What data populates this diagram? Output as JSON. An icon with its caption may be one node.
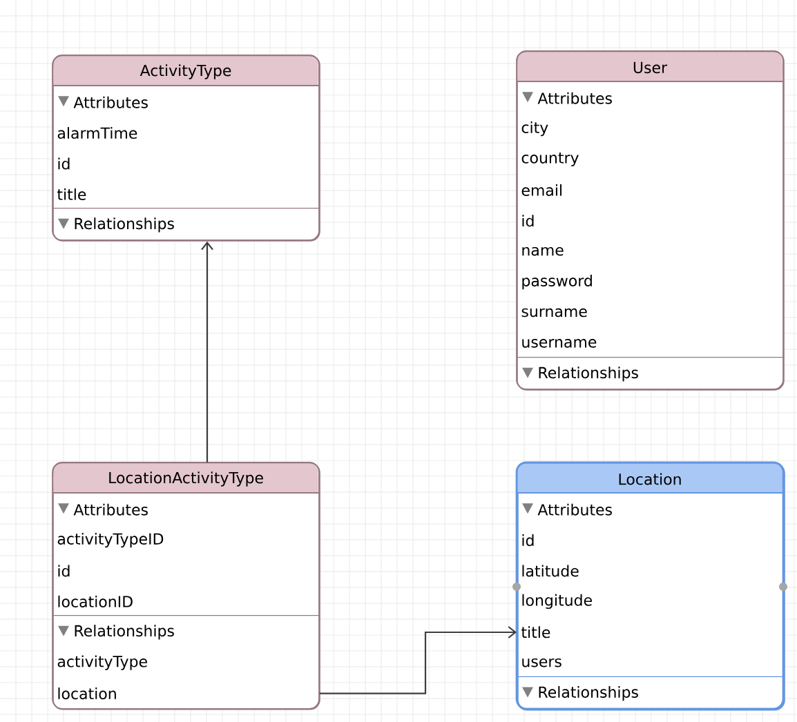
{
  "diagram": {
    "nodes": [
      {
        "text": [
          "ActivityType"
        ]
      },
      {
        "text": [
          "Attributes",
          "alarmTime",
          "id",
          "title"
        ],
        "in": 0
      },
      {
        "text": [
          "Relationships"
        ],
        "in": 0
      },
      {
        "text": [
          "User"
        ]
      },
      {
        "text": [
          "Attributes",
          "city",
          "country",
          "email",
          "id",
          "name",
          "password",
          "surname",
          "username"
        ],
        "in": 3
      },
      {
        "text": [
          "Relationships"
        ],
        "in": 3
      },
      {
        "text": [
          "LocationActivityType"
        ]
      },
      {
        "text": [
          "Attributes",
          "activityTypeID",
          "id",
          "locationID"
        ],
        "in": 6
      },
      {
        "text": [
          "Relationships",
          "activityType",
          "location"
        ],
        "in": 6
      },
      {
        "text": [
          "Location"
        ]
      },
      {
        "text": [
          "Attributes",
          "id",
          "latitude",
          "longitude",
          "title",
          "users"
        ],
        "in": 9
      },
      {
        "text": [
          "Relationships"
        ],
        "in": 9
      }
    ],
    "edges": [
      {
        "from": 6,
        "to": 0,
        "arrow": "to"
      },
      {
        "from": 8,
        "to": 10,
        "arrow": "to"
      }
    ]
  }
}
